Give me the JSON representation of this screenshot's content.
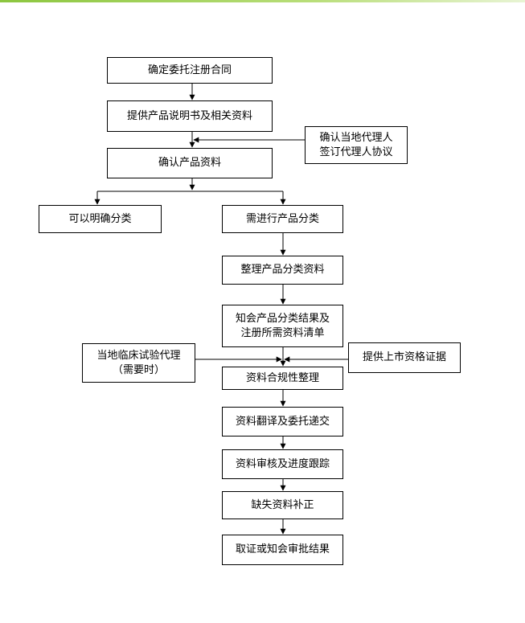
{
  "steps": {
    "contract": "确定委托注册合同",
    "provide_docs": "提供产品说明书及相关资料",
    "local_agent": "确认当地代理人\n签订代理人协议",
    "confirm_docs": "确认产品资料",
    "can_classify": "可以明确分类",
    "need_classify": "需进行产品分类",
    "organize": "整理产品分类资料",
    "notify": "知会产品分类结果及\n注册所需资料清单",
    "clinical_agent": "当地临床试验代理\n（需要时）",
    "market_evidence": "提供上市资格证据",
    "compliance": "资料合规性整理",
    "translate": "资料翻译及委托递交",
    "review": "资料审核及进度跟踪",
    "supplement": "缺失资料补正",
    "result": "取证或知会审批结果"
  }
}
